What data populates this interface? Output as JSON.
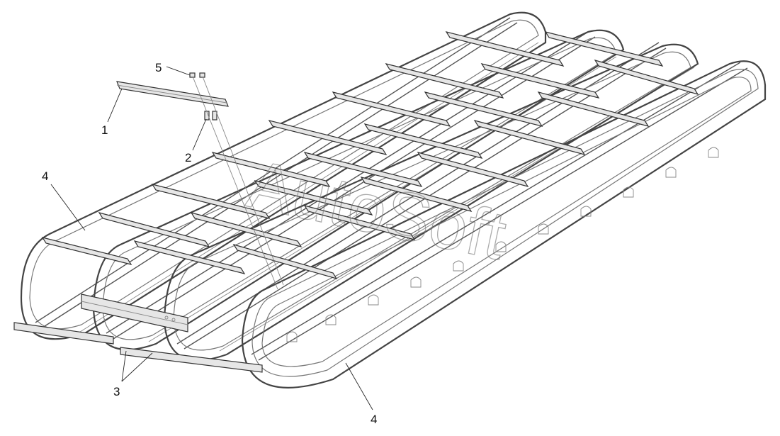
{
  "watermark": "AutoSoft",
  "callouts": {
    "c1": "1",
    "c2": "2",
    "c3": "3",
    "c4a": "4",
    "c4b": "4",
    "c5": "5"
  }
}
